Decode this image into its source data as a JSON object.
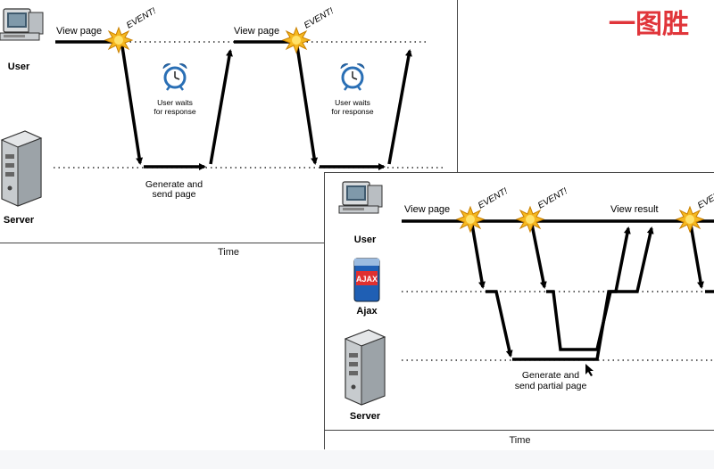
{
  "banner": {
    "text": "一图胜"
  },
  "classic": {
    "actors": {
      "user": "User",
      "server": "Server"
    },
    "labels": {
      "view_page_1": "View page",
      "view_page_2": "View page",
      "event": "EVENT!",
      "waits": [
        "User waits",
        "for response"
      ],
      "generate": [
        "Generate and",
        "send page"
      ]
    },
    "time": "Time"
  },
  "ajax": {
    "actors": {
      "user": "User",
      "ajax": "Ajax",
      "server": "Server"
    },
    "labels": {
      "view_page": "View page",
      "view_result": "View result",
      "event": "EVENT!",
      "generate": [
        "Generate and",
        "send partial page"
      ]
    },
    "time": "Time"
  },
  "colors": {
    "banner": "#e0353a",
    "clock": "#2a6fb5",
    "starburst": "#f5b820",
    "ajax_can": "#1f5fb4"
  },
  "icons": [
    "computer-icon",
    "server-icon",
    "alarm-clock-icon",
    "starburst-icon",
    "ajax-cleaner-can-icon",
    "cursor-icon"
  ]
}
